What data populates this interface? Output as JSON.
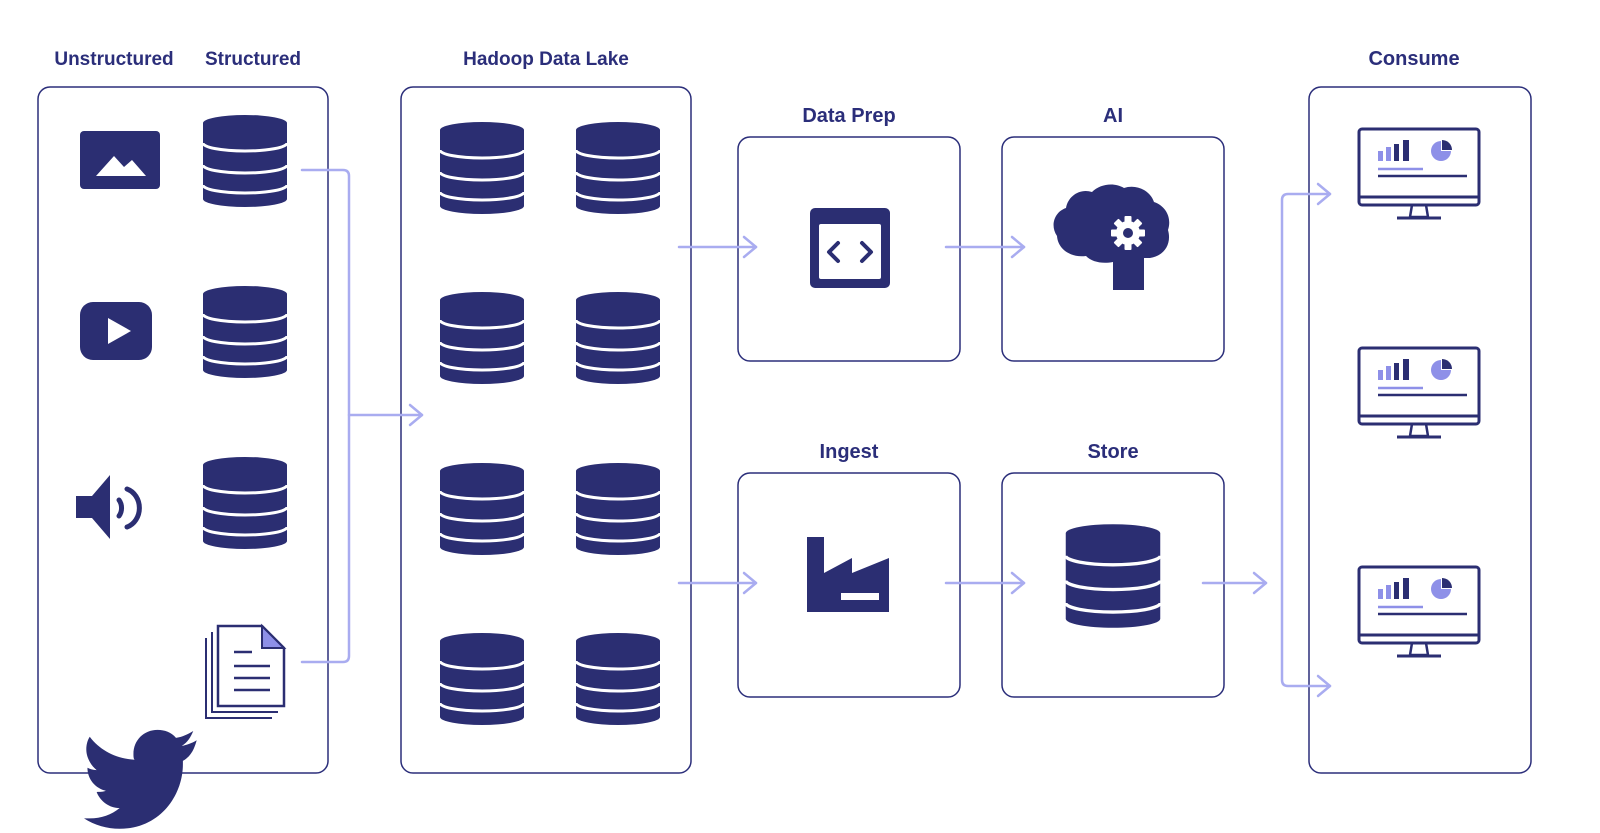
{
  "colors": {
    "ink": "#2b2e7a",
    "icon": "#2b2e72",
    "line": "#a9acf0",
    "accent": "#8e90e8",
    "white": "#ffffff"
  },
  "labels": {
    "unstructured": "Unstructured",
    "structured": "Structured",
    "lake": "Hadoop Data Lake",
    "prep": "Data Prep",
    "ai": "AI",
    "ingest": "Ingest",
    "store": "Store",
    "consume": "Consume"
  },
  "icons": {
    "unstructured": [
      "image-icon",
      "video-play-icon",
      "speaker-audio-icon",
      "twitter-bird-icon"
    ],
    "structured": [
      "database-icon",
      "database-icon",
      "database-icon",
      "document-icon"
    ],
    "lake": "database-icon",
    "prep": "code-window-icon",
    "ai": "brain-gear-icon",
    "ingest": "factory-icon",
    "store": "database-icon",
    "consume": "monitor-dashboard-icon"
  }
}
